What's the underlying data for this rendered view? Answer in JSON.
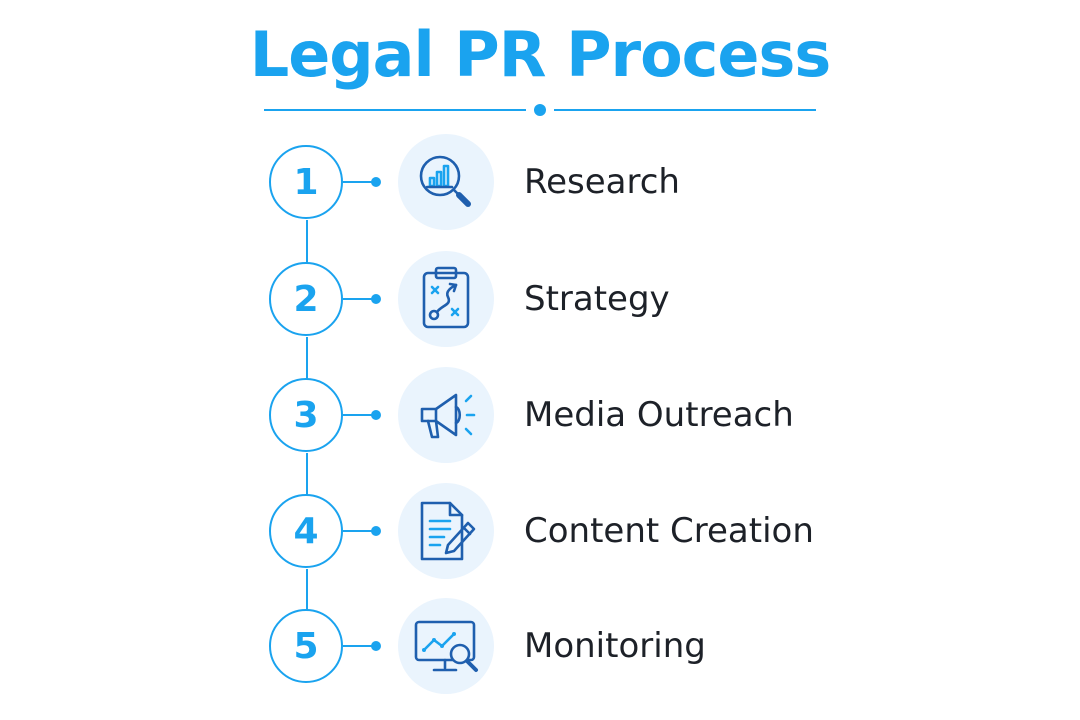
{
  "title": "Legal PR Process",
  "colors": {
    "accent": "#1aa3ef",
    "accent_dark": "#1f5fae",
    "icon_bg": "#eaf4fd",
    "text": "#1d2128",
    "background": "#ffffff"
  },
  "steps": [
    {
      "number": "1",
      "label": "Research",
      "icon": "chart-magnifier-icon"
    },
    {
      "number": "2",
      "label": "Strategy",
      "icon": "clipboard-strategy-icon"
    },
    {
      "number": "3",
      "label": "Media Outreach",
      "icon": "megaphone-icon"
    },
    {
      "number": "4",
      "label": "Content Creation",
      "icon": "document-pencil-icon"
    },
    {
      "number": "5",
      "label": "Monitoring",
      "icon": "monitor-analytics-icon"
    }
  ]
}
